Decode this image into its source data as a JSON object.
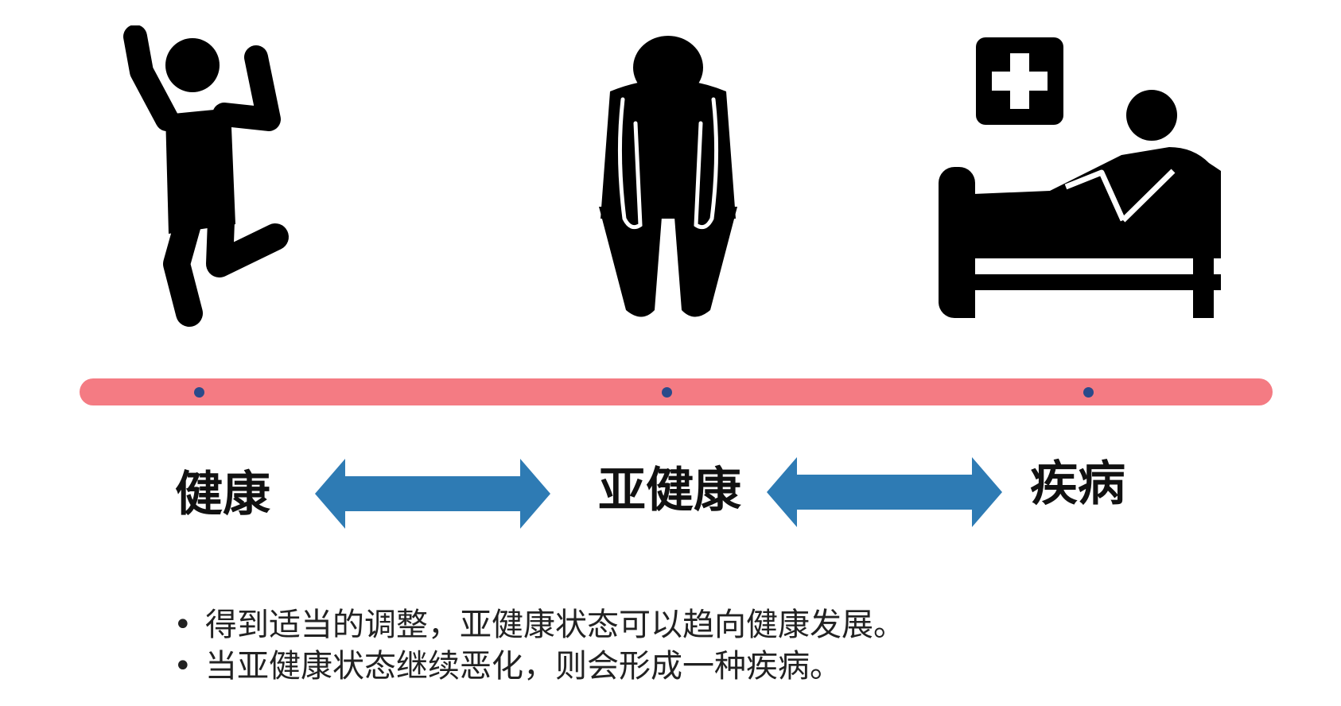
{
  "states": [
    {
      "label": "健康",
      "icon": "jumping-person-icon"
    },
    {
      "label": "亚健康",
      "icon": "tired-person-icon"
    },
    {
      "label": "疾病",
      "icon": "hospital-bed-patient-icon"
    }
  ],
  "bullets": [
    "得到适当的调整，亚健康状态可以趋向健康发展。",
    "当亚健康状态继续恶化，则会形成一种疾病。"
  ],
  "bullet_char": "•",
  "colors": {
    "timeline": "#f47b83",
    "dot": "#2a4a8a",
    "arrow": "#2e7bb4",
    "icon": "#000000"
  }
}
